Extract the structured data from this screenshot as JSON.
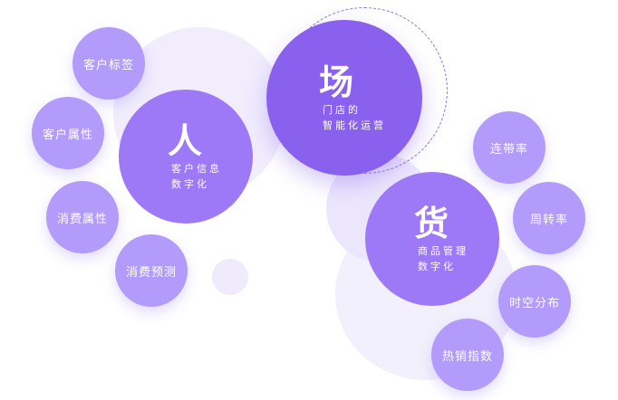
{
  "center": {
    "glyph": "场",
    "line1": "门店的",
    "line2": "智能化运营"
  },
  "people": {
    "glyph": "人",
    "line1": "客户信息",
    "line2": "数字化"
  },
  "goods": {
    "glyph": "货",
    "line1": "商品管理",
    "line2": "数字化"
  },
  "people_tags": [
    "客户标签",
    "客户属性",
    "消费属性",
    "消费预测"
  ],
  "goods_tags": [
    "连带率",
    "周转率",
    "时空分布",
    "热销指数"
  ],
  "colors": {
    "center": "#8a61ef",
    "main": "#9d79f8",
    "tag": "#b29bfb"
  }
}
